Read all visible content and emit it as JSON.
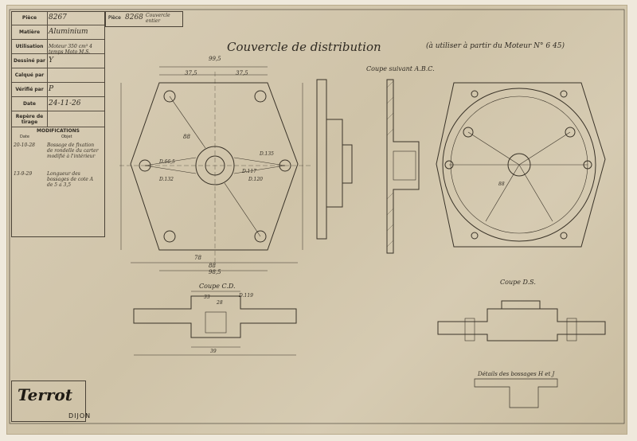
{
  "title_block": {
    "rows": [
      {
        "label": "Pièce",
        "value": "8267"
      },
      {
        "label": "Matière",
        "value": "Aluminium"
      },
      {
        "label": "Utilisation",
        "value": "Moteur 350 cm³ 4 temps Moto M.S."
      },
      {
        "label": "Dessiné par",
        "value": "Y"
      },
      {
        "label": "Calqué par",
        "value": ""
      },
      {
        "label": "Vérifié par",
        "value": "P"
      },
      {
        "label": "Date",
        "value": "24-11-26"
      },
      {
        "label": "Repère de tirage",
        "value": ""
      }
    ],
    "modifications_title": "MODIFICATIONS",
    "mods_date_header": "Date",
    "mods_object_header": "Objet",
    "modifications": [
      {
        "date": "20-10-28",
        "text": "Bossage de fixation de rondelle du carter modifié à l'intérieur"
      },
      {
        "date": "13-9-29",
        "text": "Longueur des bossages de cote A de 5 a 3,5"
      }
    ]
  },
  "piece_ref": {
    "label": "Pièce",
    "number": "8268",
    "note": "Couvercle entier"
  },
  "drawing_title": "Couvercle de distribution",
  "drawing_subtitle": "(à utiliser à partir du Moteur N° 6 45)",
  "views": {
    "section_abc": "Coupe suivant A.B.C.",
    "section_cd": "Coupe C.D.",
    "section_ds": "Coupe D.S.",
    "detail_note": "Détails des bossages H et J"
  },
  "dimensions": [
    "99,5",
    "37,5",
    "37,5",
    "88",
    "D.119",
    "D.66,5",
    "D.132",
    "D.135",
    "D.117",
    "D.120",
    "78",
    "88",
    "98,5",
    "88",
    "39",
    "28",
    "33"
  ],
  "logo": {
    "brand": "Terrot",
    "city": "DIJON"
  },
  "colors": {
    "paper": "#d3c8ae",
    "ink": "#3a3328"
  }
}
